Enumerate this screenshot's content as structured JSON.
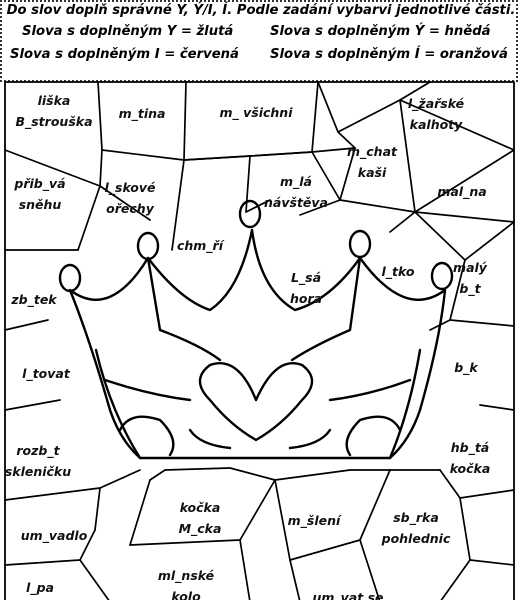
{
  "instructions": {
    "title": "Do slov doplň správné Y, Ý/I, Í. Podle zadání vybarvi jednotlivé části.",
    "legend": [
      "Slova s doplněným Y = žlutá",
      "Slova s doplněným Ý = hnědá",
      "Slova s doplněným I = červená",
      "Slova s doplněným Í = oranžová"
    ]
  },
  "regions": [
    {
      "name": "region-liska-bystrouska",
      "lines": [
        "liška",
        "B_strouška"
      ]
    },
    {
      "name": "region-mytina",
      "lines": [
        "m_tina"
      ]
    },
    {
      "name": "region-my-vsichni",
      "lines": [
        "m_ všichni"
      ]
    },
    {
      "name": "region-lyzarske-kalhoty",
      "lines": [
        "l_žařské",
        "kalhoty"
      ]
    },
    {
      "name": "region-mychat-kasi",
      "lines": [
        "m_chat",
        "kaši"
      ]
    },
    {
      "name": "region-pribyva-snehu",
      "lines": [
        "přib_vá",
        "sněhu"
      ]
    },
    {
      "name": "region-liskove-orechy",
      "lines": [
        "l_skové",
        "ořechy"
      ]
    },
    {
      "name": "region-mila-navsteva",
      "lines": [
        "m_lá",
        "návštěva"
      ]
    },
    {
      "name": "region-malina",
      "lines": [
        "mal_na"
      ]
    },
    {
      "name": "region-chmyri",
      "lines": [
        "chm_ří"
      ]
    },
    {
      "name": "region-lysa-hora",
      "lines": [
        "L_sá",
        "hora"
      ]
    },
    {
      "name": "region-litko",
      "lines": [
        "l_tko"
      ]
    },
    {
      "name": "region-maly-byt",
      "lines": [
        "malý",
        "b_t"
      ]
    },
    {
      "name": "region-zbytek",
      "lines": [
        "zb_tek"
      ]
    },
    {
      "name": "region-litovat",
      "lines": [
        "l_tovat"
      ]
    },
    {
      "name": "region-byk",
      "lines": [
        "b_k"
      ]
    },
    {
      "name": "region-rozbit-sklenicku",
      "lines": [
        "rozb_t",
        "skleničku"
      ]
    },
    {
      "name": "region-hbita-kocka",
      "lines": [
        "hb_tá",
        "kočka"
      ]
    },
    {
      "name": "region-kocka-micka",
      "lines": [
        "kočka",
        "M_cka"
      ]
    },
    {
      "name": "region-mysleni",
      "lines": [
        "m_šlení"
      ]
    },
    {
      "name": "region-umyvadlo",
      "lines": [
        "um_vadlo"
      ]
    },
    {
      "name": "region-sbirka-pohlednic",
      "lines": [
        "sb_rka",
        "pohlednic"
      ]
    },
    {
      "name": "region-lipa",
      "lines": [
        "l_pa"
      ]
    },
    {
      "name": "region-mlynske-kolo",
      "lines": [
        "ml_nské",
        "kolo"
      ]
    },
    {
      "name": "region-umyt-se",
      "lines": [
        "um_vat se"
      ]
    }
  ]
}
